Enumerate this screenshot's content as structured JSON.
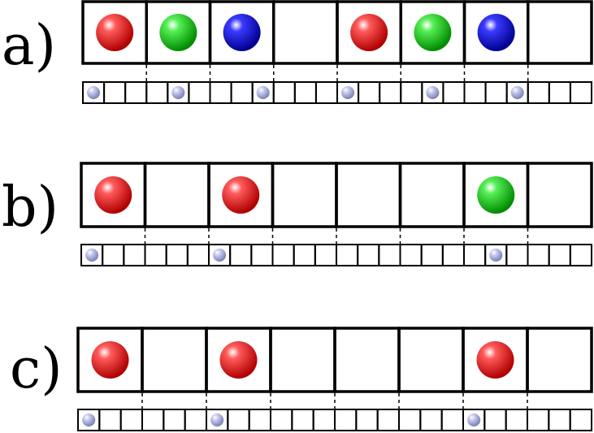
{
  "colors": {
    "red": "#e00000",
    "green": "#00c000",
    "blue": "#0000c8",
    "small": "#a9aed8",
    "line": "#000000"
  },
  "panels": [
    {
      "label": "a)",
      "large_cells": 8,
      "small_cells": 24,
      "large_balls": [
        "red",
        "green",
        "blue",
        null,
        "red",
        "green",
        "blue",
        null
      ],
      "small_ball_cells": [
        0,
        4,
        8,
        12,
        16,
        20
      ]
    },
    {
      "label": "b)",
      "large_cells": 8,
      "small_cells": 24,
      "large_balls": [
        "red",
        null,
        "red",
        null,
        null,
        null,
        "green",
        null
      ],
      "small_ball_cells": [
        0,
        6,
        19
      ]
    },
    {
      "label": "c)",
      "large_cells": 8,
      "small_cells": 24,
      "large_balls": [
        "red",
        null,
        "red",
        null,
        null,
        null,
        "red",
        null
      ],
      "small_ball_cells": [
        0,
        6,
        18
      ]
    }
  ]
}
